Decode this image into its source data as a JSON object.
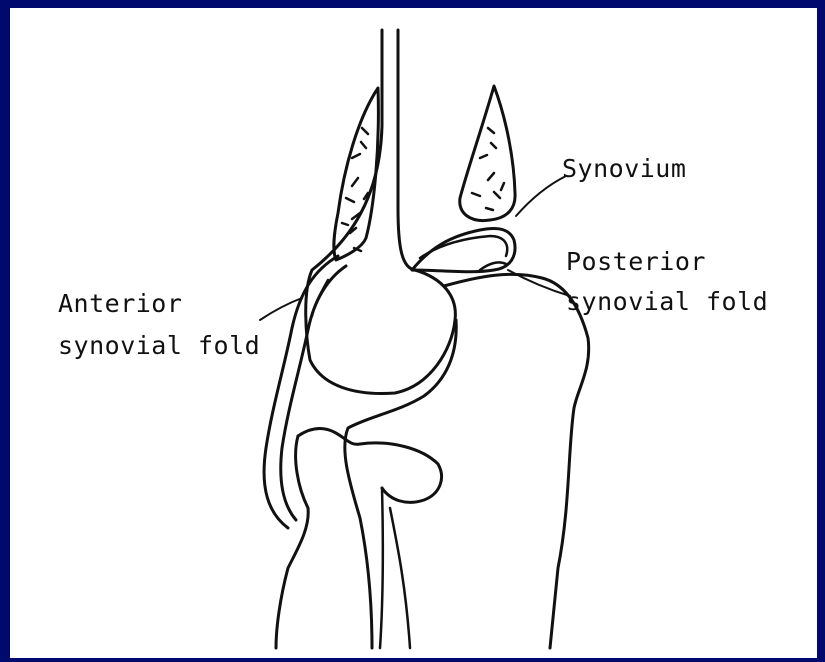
{
  "colors": {
    "background": "#000a6e",
    "panel": "#ffffff",
    "ink": "#111111"
  },
  "labels": {
    "synovium": "Synovium",
    "anterior_fold_line1": "Anterior",
    "anterior_fold_line2": "synovial fold",
    "posterior_fold_line1": "Posterior",
    "posterior_fold_line2": "synovial fold"
  }
}
